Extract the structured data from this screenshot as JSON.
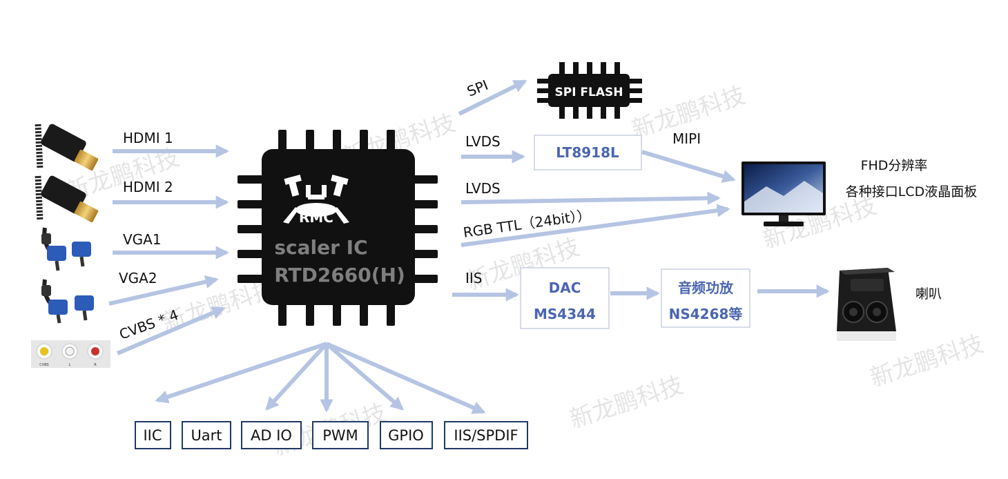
{
  "watermark": "新龙鹏科技",
  "chip": {
    "line1": "scaler IC",
    "line2": "RTD2660(H)"
  },
  "inputs": {
    "hdmi1": "HDMI 1",
    "hdmi2": "HDMI 2",
    "vga1": "VGA1",
    "vga2": "VGA2",
    "cvbs": "CVBS * 4",
    "rca_labels": [
      "CVBS",
      "L",
      "R"
    ]
  },
  "outputs": {
    "spi": "SPI",
    "spi_flash": "SPI FLASH",
    "lvds1": "LVDS",
    "lvds2": "LVDS",
    "mipi": "MIPI",
    "rgb": "RGB TTL（24bit））",
    "iis": "IIS"
  },
  "boxes": {
    "lt8918": "LT8918L",
    "dac_line1": "DAC",
    "dac_line2": "MS4344",
    "amp_line1": "音频功放",
    "amp_line2": "NS4268等"
  },
  "display": {
    "line1": "FHD分辨率",
    "line2": "各种接口LCD液晶面板"
  },
  "speaker": "喇叭",
  "io_pins": [
    "IIC",
    "Uart",
    "AD IO",
    "PWM",
    "GPIO",
    "IIS/SPDIF"
  ]
}
